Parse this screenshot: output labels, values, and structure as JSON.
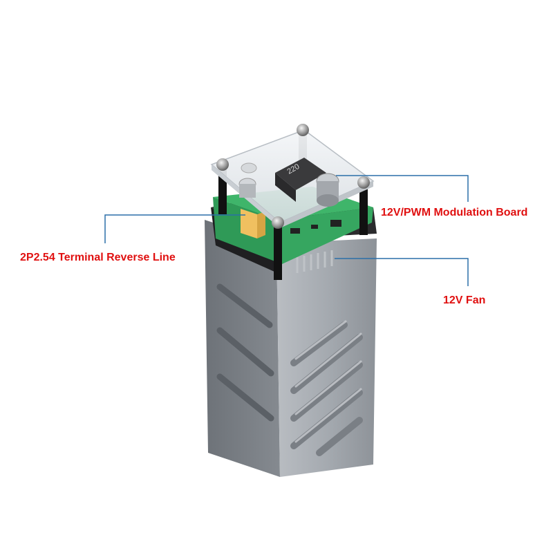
{
  "callouts": {
    "board": "12V/PWM Modulation Board",
    "terminal": "2P2.54 Terminal Reverse Line",
    "fan": "12V Fan"
  },
  "component_marking": "220",
  "colors": {
    "label_text": "#e01010",
    "leader_line": "#2a6fa8",
    "heatsink": "#8b9096",
    "pcb": "#3fb56a",
    "connector": "#f0c060"
  }
}
